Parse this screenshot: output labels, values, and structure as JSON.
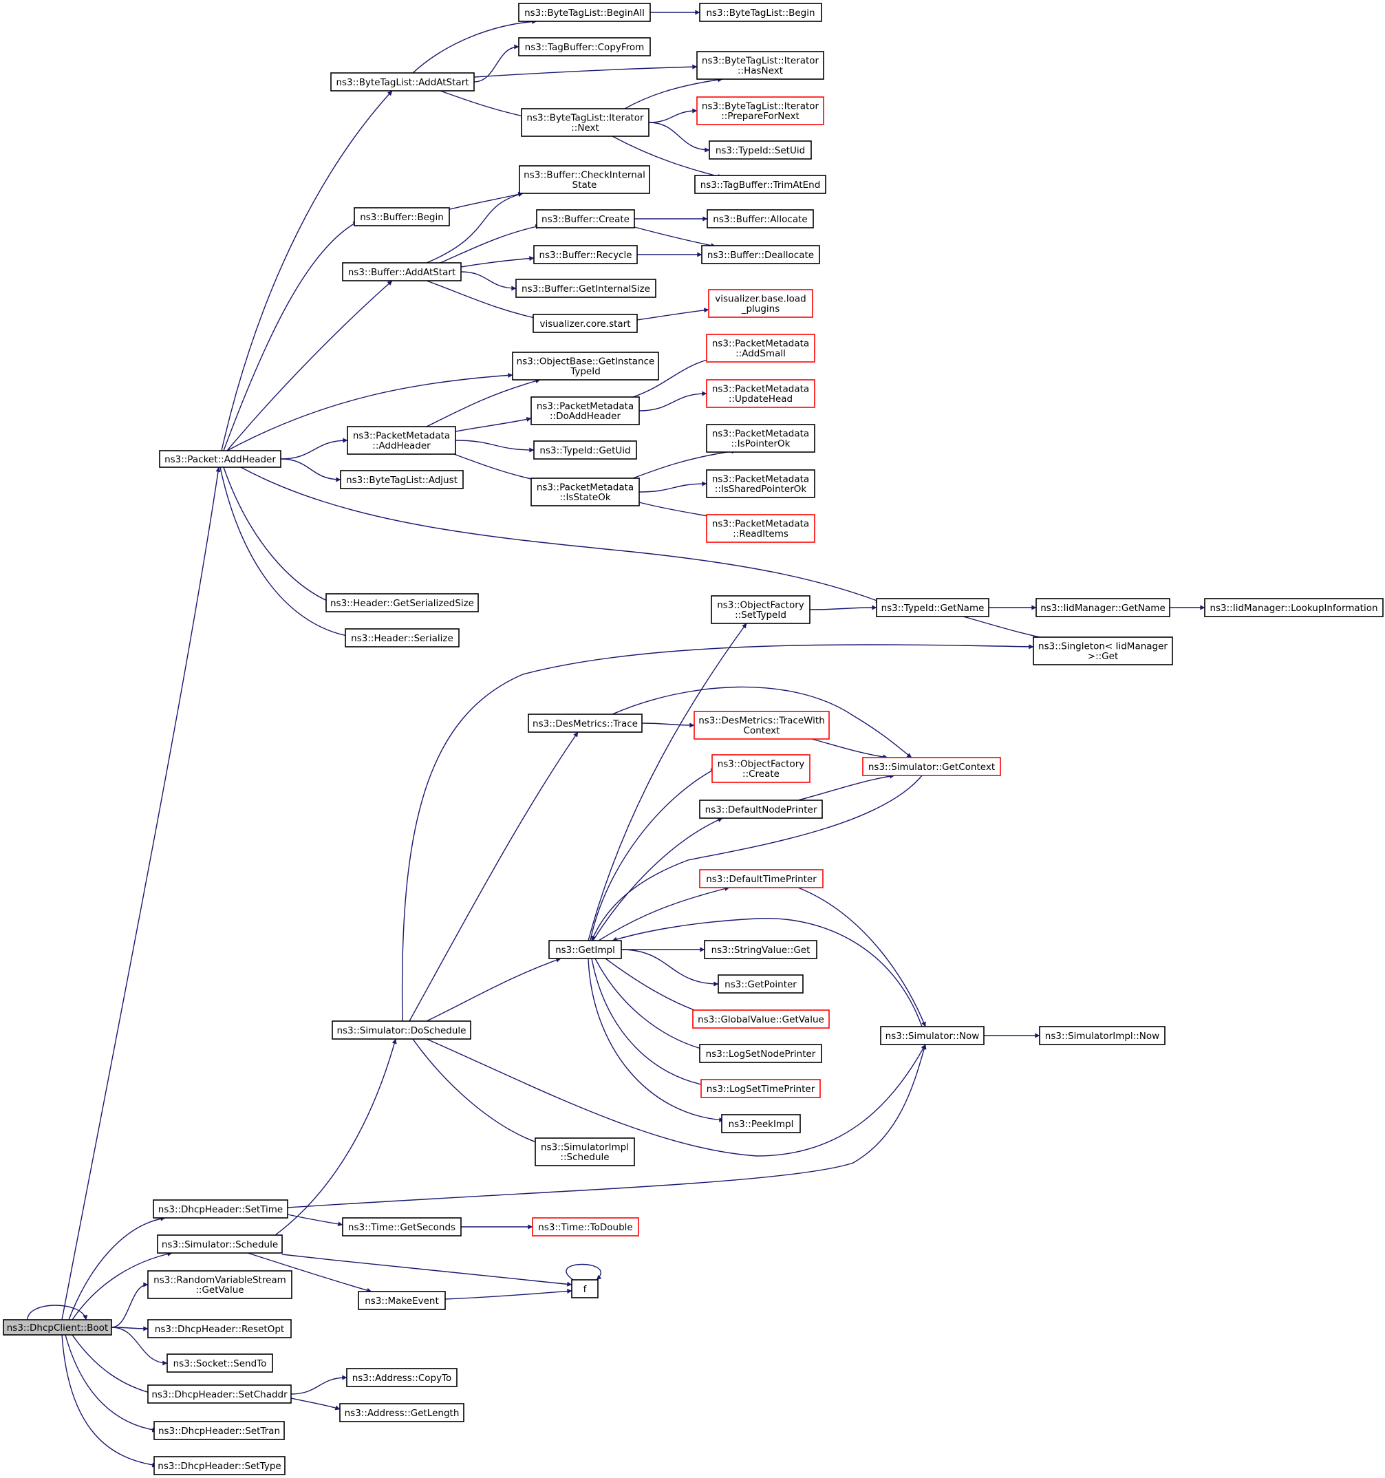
{
  "diagram": {
    "type": "call-graph",
    "colors": {
      "edge": "#191970",
      "border": "#000000",
      "incomplete_border": "#ff0000",
      "root_fill": "#bfbfbf",
      "background": "#ffffff"
    },
    "nodes": [
      {
        "id": "boot",
        "lines": [
          "ns3::DhcpClient::Boot"
        ],
        "root": true
      },
      {
        "id": "addheader",
        "lines": [
          "ns3::Packet::AddHeader"
        ]
      },
      {
        "id": "btl_addatstart",
        "lines": [
          "ns3::ByteTagList::AddAtStart"
        ]
      },
      {
        "id": "btl_beginall",
        "lines": [
          "ns3::ByteTagList::BeginAll"
        ]
      },
      {
        "id": "btl_begin",
        "lines": [
          "ns3::ByteTagList::Begin"
        ]
      },
      {
        "id": "tagbuf_copyfrom",
        "lines": [
          "ns3::TagBuffer::CopyFrom"
        ]
      },
      {
        "id": "btl_it_hasnext",
        "lines": [
          "ns3::ByteTagList::Iterator",
          "::HasNext"
        ]
      },
      {
        "id": "btl_it_next",
        "lines": [
          "ns3::ByteTagList::Iterator",
          "::Next"
        ]
      },
      {
        "id": "btl_it_prepare",
        "lines": [
          "ns3::ByteTagList::Iterator",
          "::PrepareForNext"
        ],
        "incomplete": true
      },
      {
        "id": "typeid_setuid",
        "lines": [
          "ns3::TypeId::SetUid"
        ]
      },
      {
        "id": "tagbuf_trim",
        "lines": [
          "ns3::TagBuffer::TrimAtEnd"
        ]
      },
      {
        "id": "buf_check",
        "lines": [
          "ns3::Buffer::CheckInternal",
          "State"
        ]
      },
      {
        "id": "buf_begin",
        "lines": [
          "ns3::Buffer::Begin"
        ]
      },
      {
        "id": "buf_create",
        "lines": [
          "ns3::Buffer::Create"
        ]
      },
      {
        "id": "buf_allocate",
        "lines": [
          "ns3::Buffer::Allocate"
        ]
      },
      {
        "id": "buf_addatstart",
        "lines": [
          "ns3::Buffer::AddAtStart"
        ]
      },
      {
        "id": "buf_recycle",
        "lines": [
          "ns3::Buffer::Recycle"
        ]
      },
      {
        "id": "buf_dealloc",
        "lines": [
          "ns3::Buffer::Deallocate"
        ]
      },
      {
        "id": "buf_getinternal",
        "lines": [
          "ns3::Buffer::GetInternalSize"
        ]
      },
      {
        "id": "vis_load",
        "lines": [
          "visualizer.base.load",
          "_plugins"
        ],
        "incomplete": true
      },
      {
        "id": "vis_start",
        "lines": [
          "visualizer.core.start"
        ]
      },
      {
        "id": "objbase_getinst",
        "lines": [
          "ns3::ObjectBase::GetInstance",
          "TypeId"
        ]
      },
      {
        "id": "pm_addsmall",
        "lines": [
          "ns3::PacketMetadata",
          "::AddSmall"
        ],
        "incomplete": true
      },
      {
        "id": "pm_doaddheader",
        "lines": [
          "ns3::PacketMetadata",
          "::DoAddHeader"
        ]
      },
      {
        "id": "pm_updatehead",
        "lines": [
          "ns3::PacketMetadata",
          "::UpdateHead"
        ],
        "incomplete": true
      },
      {
        "id": "pm_addheader",
        "lines": [
          "ns3::PacketMetadata",
          "::AddHeader"
        ]
      },
      {
        "id": "typeid_getuid",
        "lines": [
          "ns3::TypeId::GetUid"
        ]
      },
      {
        "id": "pm_ispointerok",
        "lines": [
          "ns3::PacketMetadata",
          "::IsPointerOk"
        ]
      },
      {
        "id": "btl_adjust",
        "lines": [
          "ns3::ByteTagList::Adjust"
        ]
      },
      {
        "id": "pm_isstateok",
        "lines": [
          "ns3::PacketMetadata",
          "::IsStateOk"
        ]
      },
      {
        "id": "pm_issharedok",
        "lines": [
          "ns3::PacketMetadata",
          "::IsSharedPointerOk"
        ]
      },
      {
        "id": "pm_readitems",
        "lines": [
          "ns3::PacketMetadata",
          "::ReadItems"
        ],
        "incomplete": true
      },
      {
        "id": "hdr_getsersize",
        "lines": [
          "ns3::Header::GetSerializedSize"
        ]
      },
      {
        "id": "of_settypeid",
        "lines": [
          "ns3::ObjectFactory",
          "::SetTypeId"
        ]
      },
      {
        "id": "typeid_getname",
        "lines": [
          "ns3::TypeId::GetName"
        ]
      },
      {
        "id": "iid_getname",
        "lines": [
          "ns3::IidManager::GetName"
        ]
      },
      {
        "id": "iid_lookup",
        "lines": [
          "ns3::IidManager::LookupInformation"
        ]
      },
      {
        "id": "hdr_serialize",
        "lines": [
          "ns3::Header::Serialize"
        ]
      },
      {
        "id": "singleton_get",
        "lines": [
          "ns3::Singleton< IidManager",
          ">::Get"
        ]
      },
      {
        "id": "desm_trace",
        "lines": [
          "ns3::DesMetrics::Trace"
        ]
      },
      {
        "id": "desm_tracectx",
        "lines": [
          "ns3::DesMetrics::TraceWith",
          "Context"
        ],
        "incomplete": true
      },
      {
        "id": "sim_getctx",
        "lines": [
          "ns3::Simulator::GetContext"
        ],
        "incomplete": true
      },
      {
        "id": "of_create",
        "lines": [
          "ns3::ObjectFactory",
          "::Create"
        ],
        "incomplete": true
      },
      {
        "id": "defnodeprinter",
        "lines": [
          "ns3::DefaultNodePrinter"
        ]
      },
      {
        "id": "deftimeprinter",
        "lines": [
          "ns3::DefaultTimePrinter"
        ],
        "incomplete": true
      },
      {
        "id": "getimpl",
        "lines": [
          "ns3::GetImpl"
        ]
      },
      {
        "id": "strval_get",
        "lines": [
          "ns3::StringValue::Get"
        ]
      },
      {
        "id": "getpointer",
        "lines": [
          "ns3::GetPointer"
        ]
      },
      {
        "id": "gv_getvalue",
        "lines": [
          "ns3::GlobalValue::GetValue"
        ],
        "incomplete": true
      },
      {
        "id": "sim_doschedule",
        "lines": [
          "ns3::Simulator::DoSchedule"
        ]
      },
      {
        "id": "logsetnode",
        "lines": [
          "ns3::LogSetNodePrinter"
        ]
      },
      {
        "id": "sim_now",
        "lines": [
          "ns3::Simulator::Now"
        ]
      },
      {
        "id": "simimpl_now",
        "lines": [
          "ns3::SimulatorImpl::Now"
        ]
      },
      {
        "id": "logsettime",
        "lines": [
          "ns3::LogSetTimePrinter"
        ],
        "incomplete": true
      },
      {
        "id": "peekimpl",
        "lines": [
          "ns3::PeekImpl"
        ]
      },
      {
        "id": "simimpl_sched",
        "lines": [
          "ns3::SimulatorImpl",
          "::Schedule"
        ]
      },
      {
        "id": "dhcp_settime",
        "lines": [
          "ns3::DhcpHeader::SetTime"
        ]
      },
      {
        "id": "time_getsec",
        "lines": [
          "ns3::Time::GetSeconds"
        ]
      },
      {
        "id": "time_todouble",
        "lines": [
          "ns3::Time::ToDouble"
        ],
        "incomplete": true
      },
      {
        "id": "sim_schedule",
        "lines": [
          "ns3::Simulator::Schedule"
        ]
      },
      {
        "id": "f",
        "lines": [
          "f"
        ]
      },
      {
        "id": "rvs_getvalue",
        "lines": [
          "ns3::RandomVariableStream",
          "::GetValue"
        ]
      },
      {
        "id": "makeevent",
        "lines": [
          "ns3::MakeEvent"
        ]
      },
      {
        "id": "dhcp_resetopt",
        "lines": [
          "ns3::DhcpHeader::ResetOpt"
        ]
      },
      {
        "id": "socket_sendto",
        "lines": [
          "ns3::Socket::SendTo"
        ]
      },
      {
        "id": "addr_copyto",
        "lines": [
          "ns3::Address::CopyTo"
        ]
      },
      {
        "id": "dhcp_setchaddr",
        "lines": [
          "ns3::DhcpHeader::SetChaddr"
        ]
      },
      {
        "id": "addr_getlength",
        "lines": [
          "ns3::Address::GetLength"
        ]
      },
      {
        "id": "dhcp_settran",
        "lines": [
          "ns3::DhcpHeader::SetTran"
        ]
      },
      {
        "id": "dhcp_settype",
        "lines": [
          "ns3::DhcpHeader::SetType"
        ]
      }
    ],
    "edges": [
      [
        "boot",
        "boot"
      ],
      [
        "boot",
        "addheader"
      ],
      [
        "boot",
        "dhcp_settime"
      ],
      [
        "boot",
        "sim_schedule"
      ],
      [
        "boot",
        "rvs_getvalue"
      ],
      [
        "boot",
        "dhcp_resetopt"
      ],
      [
        "boot",
        "socket_sendto"
      ],
      [
        "boot",
        "dhcp_setchaddr"
      ],
      [
        "boot",
        "dhcp_settran"
      ],
      [
        "boot",
        "dhcp_settype"
      ],
      [
        "addheader",
        "btl_addatstart"
      ],
      [
        "addheader",
        "buf_begin"
      ],
      [
        "addheader",
        "buf_addatstart"
      ],
      [
        "addheader",
        "objbase_getinst"
      ],
      [
        "addheader",
        "pm_addheader"
      ],
      [
        "addheader",
        "btl_adjust"
      ],
      [
        "addheader",
        "typeid_getname"
      ],
      [
        "addheader",
        "hdr_getsersize"
      ],
      [
        "addheader",
        "hdr_serialize"
      ],
      [
        "btl_addatstart",
        "btl_beginall"
      ],
      [
        "btl_addatstart",
        "tagbuf_copyfrom"
      ],
      [
        "btl_addatstart",
        "btl_it_hasnext"
      ],
      [
        "btl_addatstart",
        "btl_it_next"
      ],
      [
        "btl_beginall",
        "btl_begin"
      ],
      [
        "btl_it_next",
        "btl_it_hasnext"
      ],
      [
        "btl_it_next",
        "btl_it_prepare"
      ],
      [
        "btl_it_next",
        "typeid_setuid"
      ],
      [
        "btl_it_next",
        "tagbuf_trim"
      ],
      [
        "buf_begin",
        "buf_check"
      ],
      [
        "buf_addatstart",
        "buf_check"
      ],
      [
        "buf_addatstart",
        "buf_create"
      ],
      [
        "buf_addatstart",
        "buf_recycle"
      ],
      [
        "buf_addatstart",
        "buf_getinternal"
      ],
      [
        "buf_addatstart",
        "vis_start"
      ],
      [
        "buf_create",
        "buf_allocate"
      ],
      [
        "buf_create",
        "buf_dealloc"
      ],
      [
        "buf_recycle",
        "buf_dealloc"
      ],
      [
        "vis_start",
        "vis_load"
      ],
      [
        "pm_addheader",
        "objbase_getinst"
      ],
      [
        "pm_addheader",
        "pm_doaddheader"
      ],
      [
        "pm_addheader",
        "typeid_getuid"
      ],
      [
        "pm_addheader",
        "pm_isstateok"
      ],
      [
        "pm_doaddheader",
        "pm_addsmall"
      ],
      [
        "pm_doaddheader",
        "pm_updatehead"
      ],
      [
        "pm_isstateok",
        "pm_ispointerok"
      ],
      [
        "pm_isstateok",
        "pm_issharedok"
      ],
      [
        "pm_isstateok",
        "pm_readitems"
      ],
      [
        "of_settypeid",
        "typeid_getname"
      ],
      [
        "typeid_getname",
        "iid_getname"
      ],
      [
        "typeid_getname",
        "singleton_get"
      ],
      [
        "iid_getname",
        "iid_lookup"
      ],
      [
        "sim_doschedule",
        "singleton_get"
      ],
      [
        "sim_doschedule",
        "desm_trace"
      ],
      [
        "sim_doschedule",
        "getimpl"
      ],
      [
        "sim_doschedule",
        "sim_now"
      ],
      [
        "sim_doschedule",
        "simimpl_sched"
      ],
      [
        "desm_trace",
        "desm_tracectx"
      ],
      [
        "desm_trace",
        "sim_getctx"
      ],
      [
        "desm_tracectx",
        "sim_getctx"
      ],
      [
        "getimpl",
        "of_settypeid"
      ],
      [
        "getimpl",
        "of_create"
      ],
      [
        "getimpl",
        "defnodeprinter"
      ],
      [
        "getimpl",
        "deftimeprinter"
      ],
      [
        "getimpl",
        "strval_get"
      ],
      [
        "getimpl",
        "getpointer"
      ],
      [
        "getimpl",
        "gv_getvalue"
      ],
      [
        "getimpl",
        "logsetnode"
      ],
      [
        "getimpl",
        "logsettime"
      ],
      [
        "getimpl",
        "peekimpl"
      ],
      [
        "defnodeprinter",
        "sim_getctx"
      ],
      [
        "sim_getctx",
        "getimpl"
      ],
      [
        "deftimeprinter",
        "sim_now"
      ],
      [
        "sim_now",
        "getimpl"
      ],
      [
        "sim_now",
        "simimpl_now"
      ],
      [
        "dhcp_settime",
        "time_getsec"
      ],
      [
        "dhcp_settime",
        "sim_now"
      ],
      [
        "time_getsec",
        "time_todouble"
      ],
      [
        "sim_schedule",
        "sim_doschedule"
      ],
      [
        "sim_schedule",
        "makeevent"
      ],
      [
        "sim_schedule",
        "f"
      ],
      [
        "makeevent",
        "f"
      ],
      [
        "f",
        "f"
      ],
      [
        "dhcp_setchaddr",
        "addr_copyto"
      ],
      [
        "dhcp_setchaddr",
        "addr_getlength"
      ]
    ]
  }
}
